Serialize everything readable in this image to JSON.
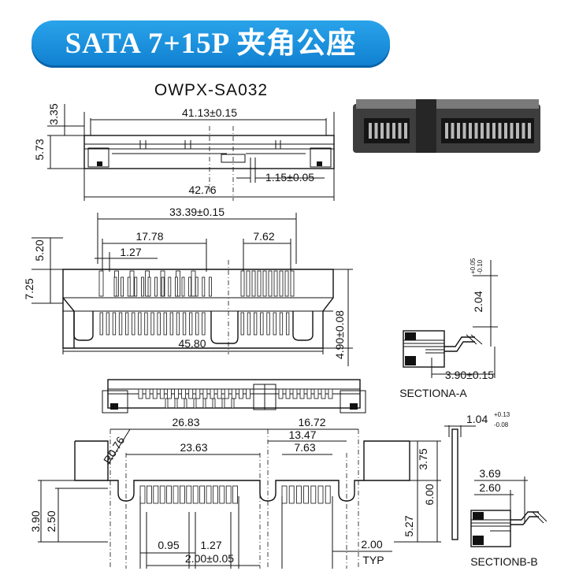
{
  "title": "SATA 7+15P 夹角公座",
  "part_number": "OWPX-SA032",
  "top_view": {
    "d_width": "41.13±0.15",
    "d_height": "3.35",
    "d_depth": "5.73",
    "d_gap": "1.15±0.05",
    "d_overall": "42.76"
  },
  "front_view": {
    "d_pitch_span": "33.39±0.15",
    "d_signal": "17.78",
    "d_power": "7.62",
    "d_pitch": "1.27",
    "d_top": "5.20",
    "d_mid": "7.25",
    "d_width": "45.80",
    "d_tail": "4.90±0.08"
  },
  "section_a": {
    "label": "SECTIONA-A",
    "d_height": "2.04",
    "d_height_tol_upper": "+0.05",
    "d_height_tol_lower": "-0.10",
    "d_length": "3.90±0.15"
  },
  "pcb_layout": {
    "d_26_83": "26.83",
    "d_16_72": "16.72",
    "d_13_47": "13.47",
    "d_23_63": "23.63",
    "d_7_63": "7.63",
    "radius": "R0.76",
    "d_3_75": "3.75",
    "d_6_00": "6.00",
    "d_5_27": "5.27",
    "d_3_90": "3.90",
    "d_2_50": "2.50",
    "d_0_95": "0.95",
    "d_1_27": "1.27",
    "d_2_00_tol": "2.00±0.05",
    "d_2_00": "2.00",
    "typ": "TYP"
  },
  "section_b": {
    "label": "SECTIONB-B",
    "d_thickness": "1.04",
    "d_thickness_tol_upper": "+0.13",
    "d_thickness_tol_lower": "-0.08",
    "d_3_69": "3.69",
    "d_2_60": "2.60"
  },
  "colors": {
    "banner": "#1a8fe0",
    "ink": "#111111"
  }
}
